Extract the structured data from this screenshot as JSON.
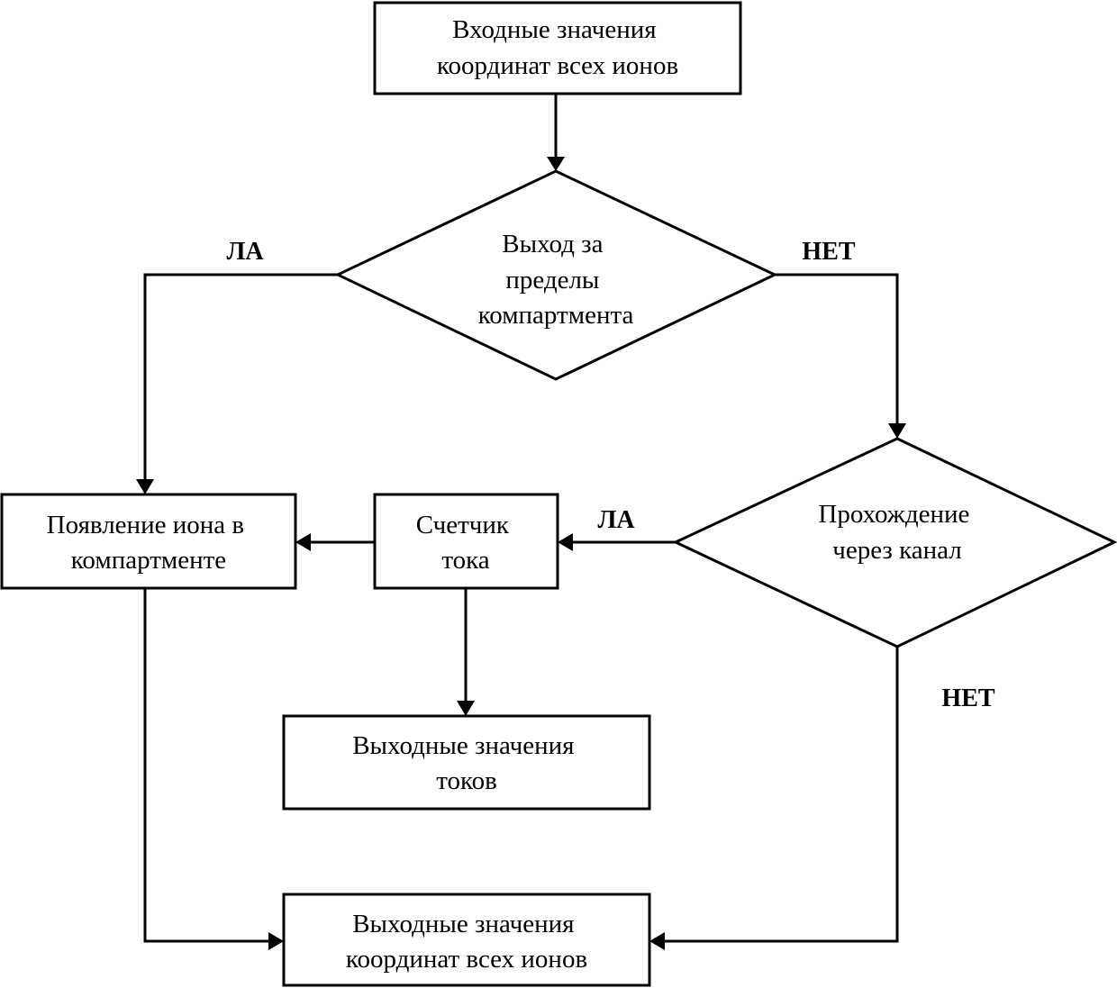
{
  "nodes": {
    "input_coords": {
      "lines": [
        "Входные значения",
        "координат всех ионов"
      ]
    },
    "exit_decision": {
      "lines": [
        "Выход за",
        "пределы",
        "компартмента"
      ]
    },
    "channel_decision": {
      "lines": [
        "Прохождение",
        "через канал"
      ]
    },
    "ion_appearance": {
      "lines": [
        "Появление иона в",
        "компартменте"
      ]
    },
    "current_counter": {
      "lines": [
        "Счетчик",
        "тока"
      ]
    },
    "output_currents": {
      "lines": [
        "Выходные значения",
        "токов"
      ]
    },
    "output_coords": {
      "lines": [
        "Выходные значения",
        "координат всех ионов"
      ]
    }
  },
  "edge_labels": {
    "exit_yes": "ЛА",
    "exit_no": "НЕТ",
    "channel_yes": "ЛА",
    "channel_no": "НЕТ"
  }
}
